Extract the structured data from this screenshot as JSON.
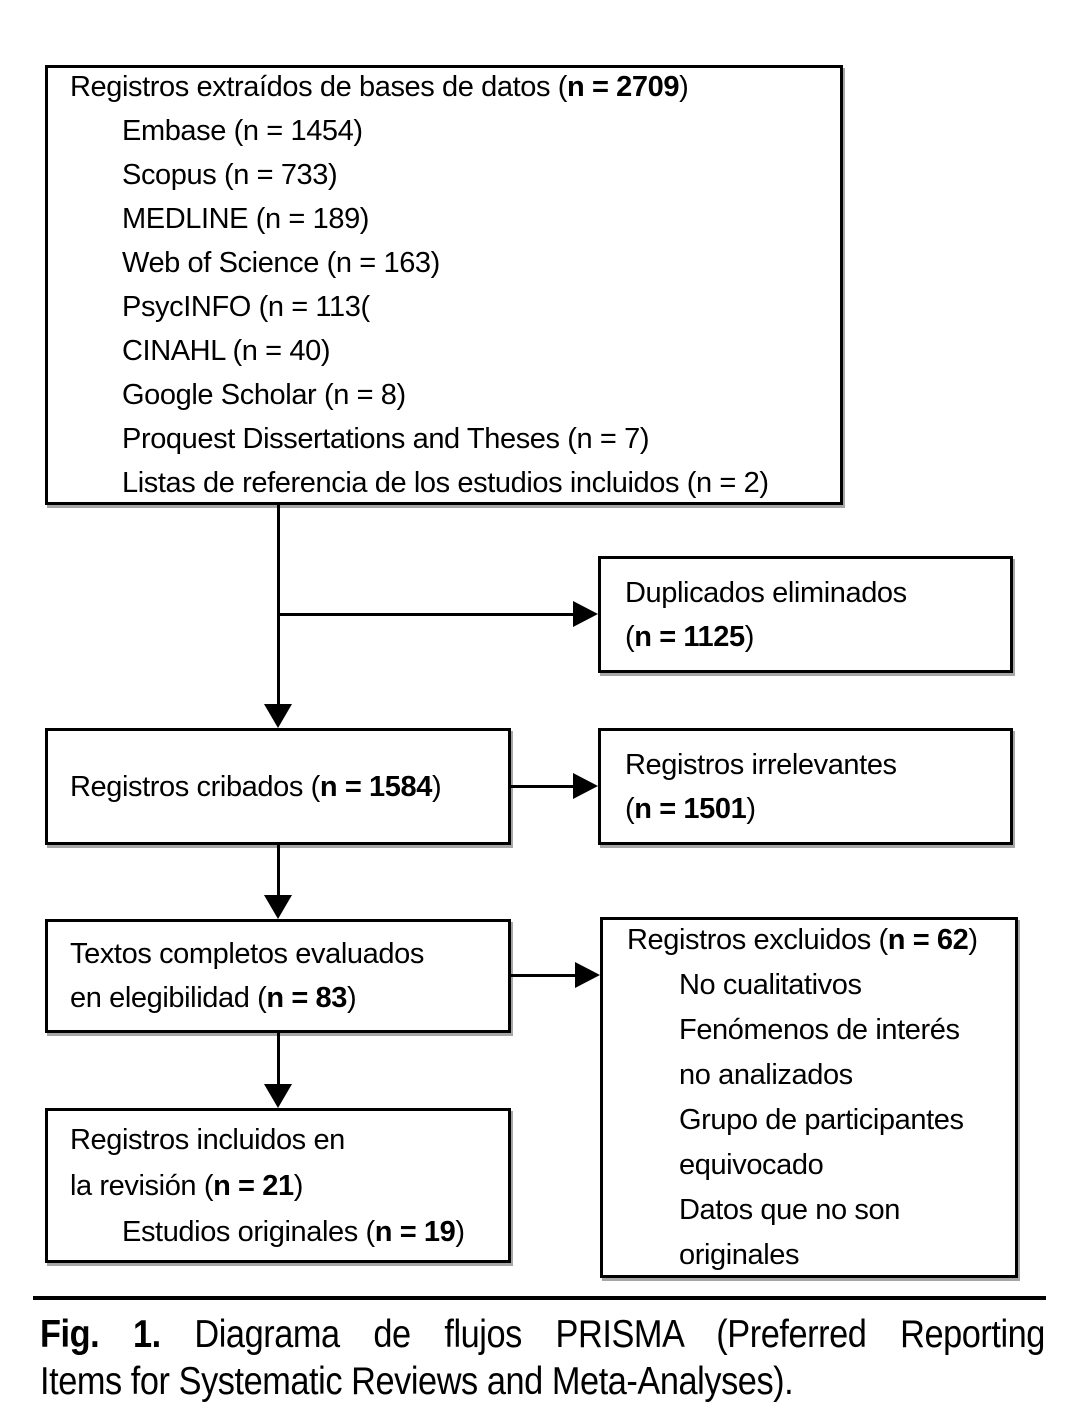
{
  "diagram": {
    "identification": {
      "title": {
        "pre": "Registros extraídos de bases de datos (",
        "bold": "n = 2709",
        "suf": ")"
      },
      "sources": [
        "Embase (n = 1454)",
        "Scopus (n = 733)",
        "MEDLINE (n = 189)",
        "Web of Science (n = 163)",
        "PsycINFO (n = 113(",
        "CINAHL (n = 40)",
        "Google Scholar (n = 8)",
        "Proquest Dissertations and Theses (n = 7)",
        "Listas de referencia de los estudios incluidos (n = 2)"
      ]
    },
    "duplicates_removed": {
      "line1": "Duplicados eliminados",
      "line2": {
        "pre": "(",
        "bold": "n = 1125",
        "suf": ")"
      }
    },
    "screened": {
      "line1": {
        "pre": "Registros cribados (",
        "bold": "n = 1584",
        "suf": ")"
      }
    },
    "irrelevant": {
      "line1": "Registros irrelevantes",
      "line2": {
        "pre": "(",
        "bold": "n = 1501",
        "suf": ")"
      }
    },
    "fulltext": {
      "line1": "Textos completos evaluados",
      "line2": {
        "pre": "en elegibilidad (",
        "bold": "n = 83",
        "suf": ")"
      }
    },
    "excluded": {
      "title": {
        "pre": "Registros excluidos (",
        "bold": "n = 62",
        "suf": ")"
      },
      "reasons": [
        "No cualitativos",
        "Fenómenos de interés",
        "no analizados",
        "Grupo de participantes",
        "equivocado",
        "Datos que no son",
        "originales"
      ]
    },
    "included": {
      "line1": "Registros incluidos en",
      "line2": {
        "pre": "la revisión (",
        "bold": "n = 21",
        "suf": ")"
      },
      "line3": {
        "pre": "Estudios originales (",
        "bold": "n = 19",
        "suf": ")"
      }
    },
    "caption": {
      "label": "Fig. 1.",
      "line1_rest": " Diagrama de flujos PRISMA (Preferred Reporting",
      "line2": "Items for Systematic Reviews and Meta-Analyses)."
    }
  }
}
